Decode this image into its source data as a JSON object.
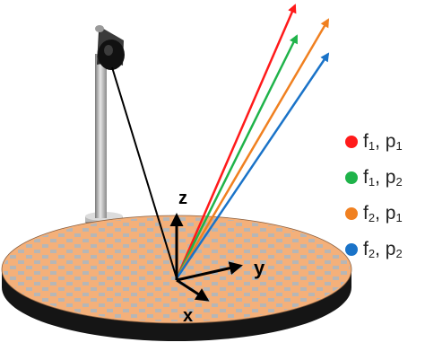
{
  "axes": {
    "z_label": "z",
    "y_label": "y",
    "x_label": "x"
  },
  "colors": {
    "disk_top": "#f4b07a",
    "disk_side": "#151515",
    "tile": "#b6b6b6",
    "lamp": "#1f1f1f",
    "stand": "#a5a5a5",
    "incident_beam": "#000000"
  },
  "legend": [
    {
      "f": "f",
      "f_sub": "1",
      "p": "p",
      "p_sub": "1",
      "color": "#ff1a1a"
    },
    {
      "f": "f",
      "f_sub": "1",
      "p": "p",
      "p_sub": "2",
      "color": "#1fb34a"
    },
    {
      "f": "f",
      "f_sub": "2",
      "p": "p",
      "p_sub": "1",
      "color": "#f08020"
    },
    {
      "f": "f",
      "f_sub": "2",
      "p": "p",
      "p_sub": "2",
      "color": "#1a73c8"
    }
  ]
}
